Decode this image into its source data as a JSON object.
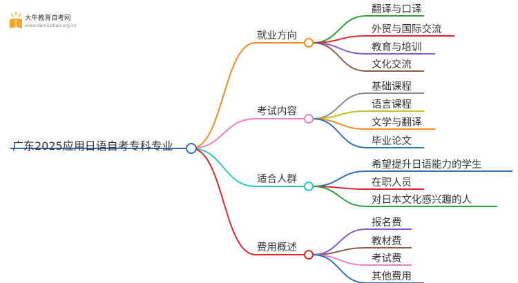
{
  "brand": {
    "name": "大牛教育自考网",
    "site": "www.daniuzikao.org.cn",
    "accent": "#f5a623"
  },
  "root": {
    "label": "广东2025应用日语自考专科专业",
    "color": "#2f6db5"
  },
  "branches": [
    {
      "label": "就业方向",
      "color": "#f08a1c",
      "children": [
        {
          "label": "翻译与口译",
          "color": "#27a33a"
        },
        {
          "label": "外贸与国际交流",
          "color": "#d9272e"
        },
        {
          "label": "教育与培训",
          "color": "#8a5cc5"
        },
        {
          "label": "文化交流",
          "color": "#8b5a4a"
        }
      ]
    },
    {
      "label": "考试内容",
      "color": "#ec7fc9",
      "children": [
        {
          "label": "基础课程",
          "color": "#8a8a8a"
        },
        {
          "label": "语言课程",
          "color": "#c4c21f"
        },
        {
          "label": "文学与翻译",
          "color": "#f08a1c"
        },
        {
          "label": "毕业论文",
          "color": "#2f6db5"
        }
      ]
    },
    {
      "label": "适合人群",
      "color": "#2ec4c4",
      "children": [
        {
          "label": "希望提升日语能力的学生",
          "color": "#2f6db5"
        },
        {
          "label": "在职人员",
          "color": "#d9272e"
        },
        {
          "label": "对日本文化感兴趣的人",
          "color": "#27a33a"
        }
      ]
    },
    {
      "label": "费用概述",
      "color": "#d9272e",
      "children": [
        {
          "label": "报名费",
          "color": "#8a5cc5"
        },
        {
          "label": "教材费",
          "color": "#8b5a4a"
        },
        {
          "label": "考试费",
          "color": "#ec7fc9"
        },
        {
          "label": "其他费用",
          "color": "#2f6db5"
        }
      ]
    }
  ]
}
